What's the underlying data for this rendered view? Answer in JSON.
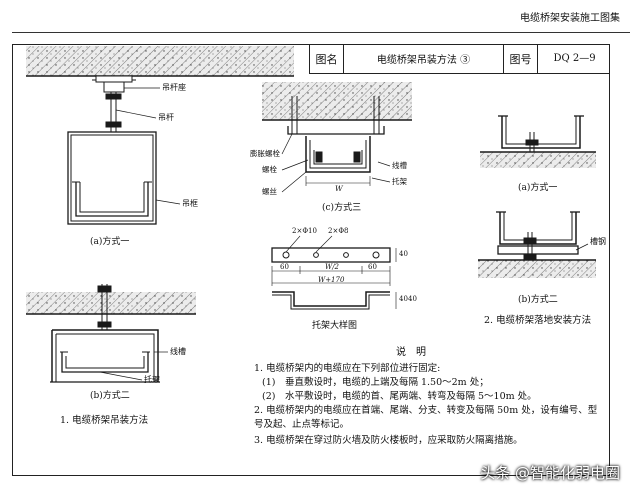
{
  "header": {
    "title": "电缆桥架安装施工图集"
  },
  "title_block": {
    "name_label": "图名",
    "name_value": "电缆桥架吊装方法 ③",
    "number_label": "图号",
    "number_value": "DQ 2—9"
  },
  "fig1": {
    "label_rod_seat": "吊杆座",
    "label_rod": "吊杆",
    "label_tray": "吊框",
    "caption_a": "(a)方式一",
    "label_wire_channel": "线槽",
    "label_bracket": "托架",
    "caption_b": "(b)方式二",
    "section_title": "1. 电缆桥架吊装方法"
  },
  "fig_c": {
    "label_expansion_bolt": "膨胀螺栓",
    "label_nut": "螺栓",
    "label_thread": "螺丝",
    "label_wire_channel": "线槽",
    "label_bracket": "托架",
    "dim_w": "W",
    "caption": "(c)方式三"
  },
  "bracket_detail": {
    "hole_1": "2×Φ10",
    "hole_2": "2×Φ8",
    "dim_60_left": "60",
    "dim_w2": "W/2",
    "dim_60_right": "60",
    "dim_w170": "W+170",
    "dim_40_top": "40",
    "dim_40_bottom": "40",
    "dim_40_side": "40",
    "caption": "托架大样图"
  },
  "fig2": {
    "caption_a": "(a)方式一",
    "label_steel_channel": "槽钢",
    "caption_b": "(b)方式二",
    "section_title": "2. 电缆桥架落地安装方法"
  },
  "notes": {
    "heading": "说　明",
    "lines": [
      "1. 电缆桥架内的电缆应在下列部位进行固定:",
      "(1)　垂直敷设时，电缆的上端及每隔 1.50～2m 处；",
      "(2)　水平敷设时，电缆的首、尾两端、转弯及每隔 5～10m 处。",
      "2. 电缆桥架内的电缆应在首端、尾端、分支、转变及每隔 50m 处，设有编号、型",
      "号及起、止点等标记。",
      "3. 电缆桥架在穿过防火墙及防火楼板时，应采取防火隔离措施。"
    ]
  },
  "watermark": "头条 @智能化弱电圈",
  "colors": {
    "line": "#1a1a1a",
    "hatch": "#555555",
    "concrete": "#e9e9e9"
  }
}
